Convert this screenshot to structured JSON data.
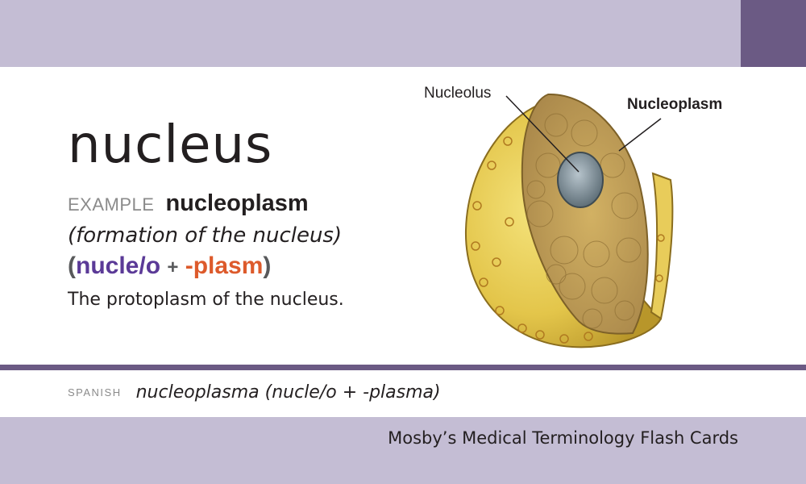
{
  "card": {
    "term": "nucleus",
    "example_label": "EXAMPLE",
    "example_word": "nucleoplasm",
    "definition_italic": "(formation of the nucleus)",
    "word_parts": {
      "open_paren": "(",
      "root": "nucle/o",
      "plus": "+",
      "suffix": "-plasm",
      "close_paren": ")"
    },
    "meaning": "The protoplasm of the nucleus."
  },
  "illustration": {
    "labels": {
      "nucleolus": "Nucleolus",
      "nucleoplasm": "Nucleoplasm"
    }
  },
  "spanish": {
    "label": "SPANISH",
    "text": "nucleoplasma (nucle/o + -plasma)"
  },
  "footer": {
    "text": "Mosby’s Medical Terminology Flash Cards"
  },
  "colors": {
    "band": "#c4bdd4",
    "band_accent": "#6b5a84",
    "root": "#5b3a97",
    "suffix": "#dd5a2b"
  }
}
